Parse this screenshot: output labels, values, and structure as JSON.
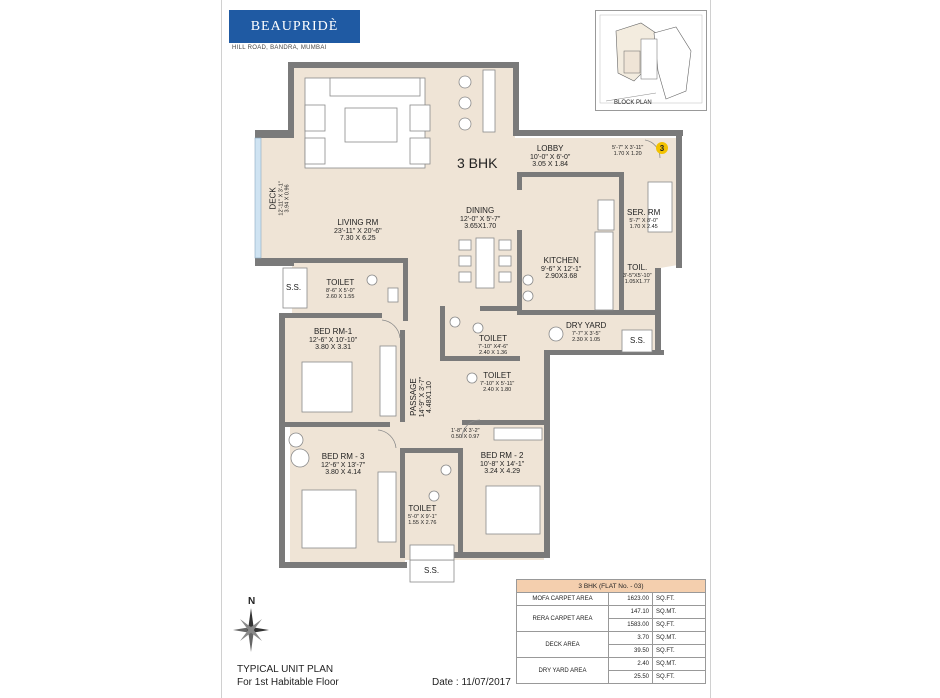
{
  "brand": {
    "name": "BEAUPRIDÈ",
    "address": "HILL ROAD, BANDRA, MUMBAI"
  },
  "block_plan": {
    "label": "BLOCK PLAN"
  },
  "plan": {
    "type_label": "3 BHK",
    "flat_badge": "3"
  },
  "rooms": {
    "lobby": {
      "name": "LOBBY",
      "dim_ft": "10'-0\" X 6'-0\"",
      "dim_m": "3.05 X 1.84"
    },
    "lobby_ext": {
      "dim_ft": "5'-7\" X 3'-11\"",
      "dim_m": "1.70 X 1.20"
    },
    "deck": {
      "name": "DECK",
      "dim_ft": "12'-11\" X 3'-1\"",
      "dim_m": "3.94 X 0.96"
    },
    "living": {
      "name": "LIVING RM",
      "dim_ft": "23'-11\" X 20'-6\"",
      "dim_m": "7.30 X 6.25"
    },
    "dining": {
      "name": "DINING",
      "dim_ft": "12'-0\" X 5'-7\"",
      "dim_m": "3.65X1.70"
    },
    "kitchen": {
      "name": "KITCHEN",
      "dim_ft": "9'-6\" X 12'-1\"",
      "dim_m": "2.90X3.68"
    },
    "servant": {
      "name": "SER. RM",
      "dim_ft": "5'-7\" X 8'-0\"",
      "dim_m": "1.70 X 2.45"
    },
    "servant_toilet": {
      "name": "TOIL.",
      "dim_ft": "3'-5\"X5'-10\"",
      "dim_m": "1.05X1.77"
    },
    "dry_yard": {
      "name": "DRY YARD",
      "dim_ft": "7'-7\" X 3'-5\"",
      "dim_m": "2.30 X 1.05"
    },
    "toilet_1": {
      "name": "TOILET",
      "dim_ft": "8'-6\" X 5'-0\"",
      "dim_m": "2.60 X 1.55"
    },
    "bed_1": {
      "name": "BED RM-1",
      "dim_ft": "12'-6\" X 10'-10\"",
      "dim_m": "3.80 X 3.31"
    },
    "toilet_2": {
      "name": "TOILET",
      "dim_ft": "7'-10\" X4'-6\"",
      "dim_m": "2.40 X 1.36"
    },
    "toilet_3": {
      "name": "TOILET",
      "dim_ft": "7'-10\" X 5'-11\"",
      "dim_m": "2.40 X 1.80"
    },
    "passage": {
      "name": "PASSAGE",
      "dim_ft": "14'-9\" X 3'-7\"",
      "dim_m": "4.48X1.10"
    },
    "niche": {
      "dim_ft": "1'-8\" X 3'-2\"",
      "dim_m": "0.50 X 0.97"
    },
    "bed_3": {
      "name": "BED RM - 3",
      "dim_ft": "12'-6\" X 13'-7\"",
      "dim_m": "3.80 X 4.14"
    },
    "bed_2": {
      "name": "BED RM - 2",
      "dim_ft": "10'-8\" X 14'-1\"",
      "dim_m": "3.24 X 4.29"
    },
    "toilet_4": {
      "name": "TOILET",
      "dim_ft": "5'-0\" X 9'-1\"",
      "dim_m": "1.55 X 2.76"
    },
    "ss_1": {
      "name": "S.S."
    },
    "ss_2": {
      "name": "S.S."
    },
    "ss_3": {
      "name": "S.S."
    }
  },
  "area_table": {
    "header": "3 BHK     (FLAT No. - 03)",
    "rows": [
      {
        "label": "MOFA CARPET AREA",
        "values": [
          {
            "value": "1623.00",
            "unit": "SQ.FT."
          }
        ]
      },
      {
        "label": "RERA CARPET AREA",
        "values": [
          {
            "value": "147.10",
            "unit": "SQ.MT."
          },
          {
            "value": "1583.00",
            "unit": "SQ.FT."
          }
        ]
      },
      {
        "label": "DECK AREA",
        "values": [
          {
            "value": "3.70",
            "unit": "SQ.MT."
          },
          {
            "value": "39.50",
            "unit": "SQ.FT."
          }
        ]
      },
      {
        "label": "DRY YARD AREA",
        "values": [
          {
            "value": "2.40",
            "unit": "SQ.MT."
          },
          {
            "value": "25.50",
            "unit": "SQ.FT."
          }
        ]
      }
    ]
  },
  "footer": {
    "title": "TYPICAL UNIT PLAN",
    "subtitle": "For 1st Habitable Floor",
    "date": "Date : 11/07/2017",
    "north": "N"
  },
  "colors": {
    "brand_blue": "#1f5aa3",
    "floor": "#efe4d6",
    "wall": "#7a7a7a",
    "table_header": "#f4cfae",
    "badge": "#f2c200"
  }
}
